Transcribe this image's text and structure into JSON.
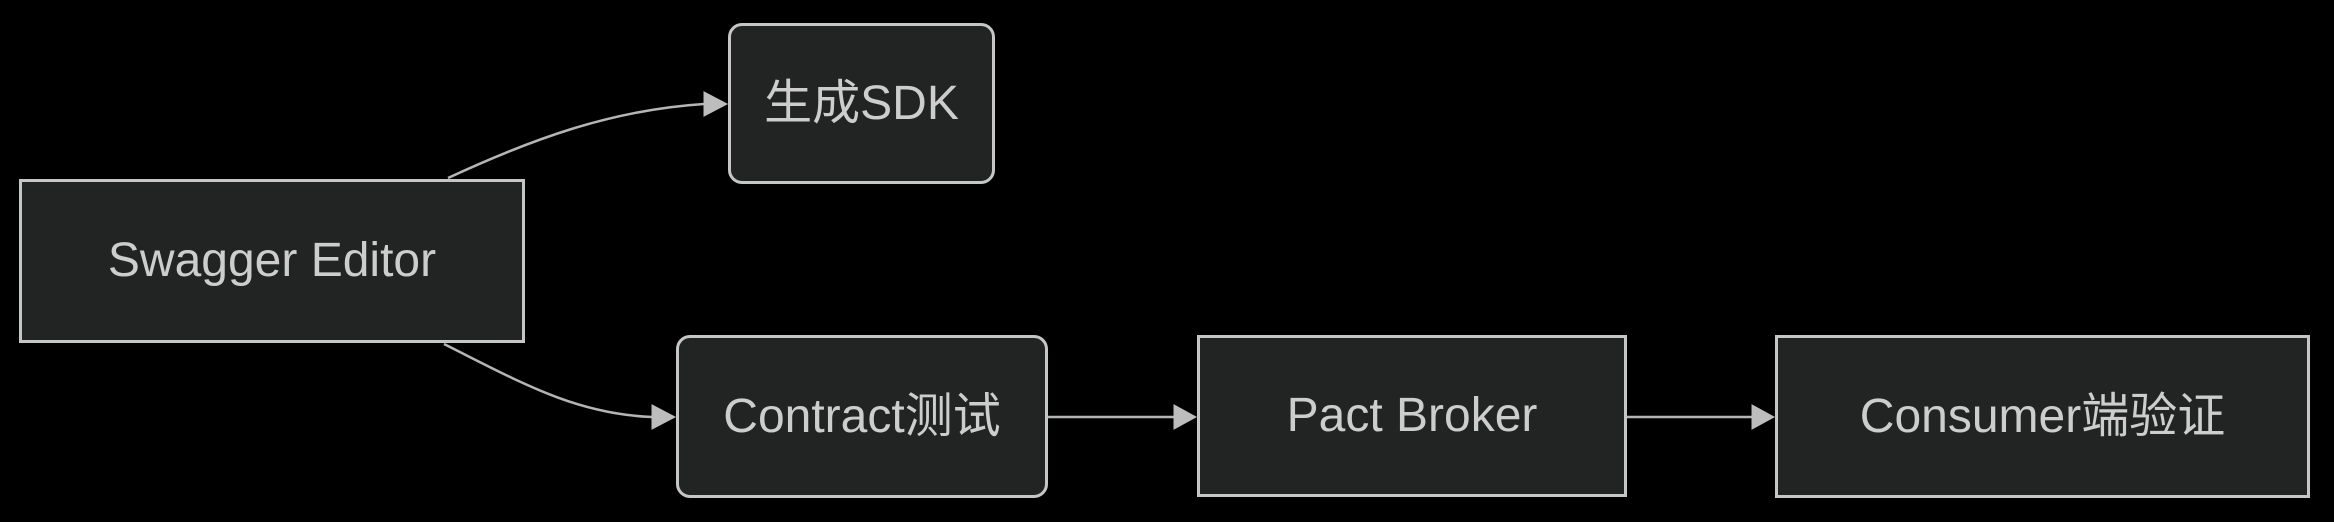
{
  "diagram": {
    "type": "flowchart",
    "direction": "left-to-right",
    "nodes": [
      {
        "id": "swagger-editor",
        "label": "Swagger Editor",
        "shape": "rectangle"
      },
      {
        "id": "generate-sdk",
        "label": "生成SDK",
        "shape": "rounded"
      },
      {
        "id": "contract-test",
        "label": "Contract测试",
        "shape": "rounded"
      },
      {
        "id": "pact-broker",
        "label": "Pact Broker",
        "shape": "rectangle"
      },
      {
        "id": "consumer-verify",
        "label": "Consumer端验证",
        "shape": "rectangle"
      }
    ],
    "edges": [
      {
        "from": "swagger-editor",
        "to": "generate-sdk",
        "style": "curved"
      },
      {
        "from": "swagger-editor",
        "to": "contract-test",
        "style": "curved"
      },
      {
        "from": "contract-test",
        "to": "pact-broker",
        "style": "straight"
      },
      {
        "from": "pact-broker",
        "to": "consumer-verify",
        "style": "straight"
      }
    ],
    "colors": {
      "background": "#000000",
      "node_fill": "#222323",
      "node_border": "#c6c6c6",
      "node_text": "#cdcdcd",
      "edge_line": "#b5b5b5",
      "arrowhead": "#bdbdbd"
    }
  }
}
